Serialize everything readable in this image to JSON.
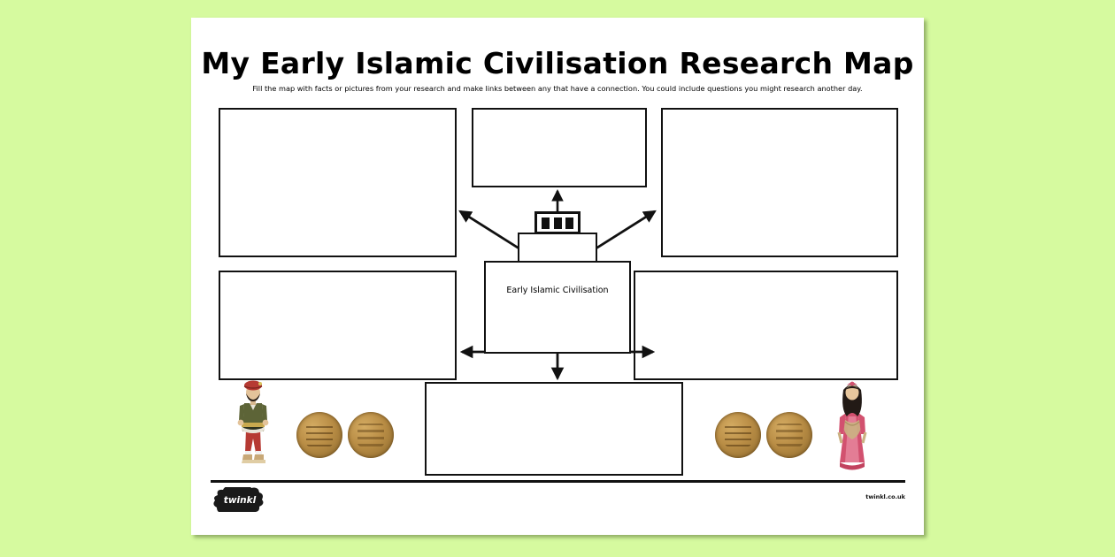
{
  "page": {
    "background_color": "#d6fa9f",
    "sheet_color": "#ffffff",
    "ink_color": "#111111"
  },
  "header": {
    "title": "My Early Islamic Civilisation Research Map",
    "subtitle": "Fill the map with facts or pictures from your research and make links between any that have a connection. You could include questions you might research another day."
  },
  "centre_node": {
    "label": "Early Islamic Civilisation",
    "shape_name": "mosque-building",
    "window_count": 3
  },
  "boxes": [
    {
      "id": "top-left",
      "label": "",
      "placeholder": ""
    },
    {
      "id": "top-centre",
      "label": "",
      "placeholder": ""
    },
    {
      "id": "top-right",
      "label": "",
      "placeholder": ""
    },
    {
      "id": "mid-left",
      "label": "",
      "placeholder": ""
    },
    {
      "id": "mid-right",
      "label": "",
      "placeholder": ""
    },
    {
      "id": "bottom",
      "label": "",
      "placeholder": ""
    }
  ],
  "arrows": [
    {
      "from": "centre_node",
      "to": "top-centre",
      "direction": "up"
    },
    {
      "from": "centre_node",
      "to": "top-left",
      "direction": "up-left"
    },
    {
      "from": "centre_node",
      "to": "top-right",
      "direction": "up-right"
    },
    {
      "from": "centre_node",
      "to": "mid-left",
      "direction": "left"
    },
    {
      "from": "centre_node",
      "to": "mid-right",
      "direction": "right"
    },
    {
      "from": "centre_node",
      "to": "bottom",
      "direction": "down"
    }
  ],
  "illustrations": [
    {
      "name": "islamic-man-figure",
      "description": "Man in green tunic, red trousers and red turban"
    },
    {
      "name": "gold-coin-left-1",
      "description": "Gold Islamic coin with inscription"
    },
    {
      "name": "gold-coin-left-2",
      "description": "Gold Islamic coin with inscription"
    },
    {
      "name": "gold-coin-right-1",
      "description": "Gold Islamic coin with inscription"
    },
    {
      "name": "gold-coin-right-2",
      "description": "Gold Islamic coin with inscription"
    },
    {
      "name": "islamic-woman-figure",
      "description": "Woman in pink dress with dark hair"
    }
  ],
  "footer": {
    "logo_text": "twinkl",
    "url": "twinkl.co.uk"
  }
}
